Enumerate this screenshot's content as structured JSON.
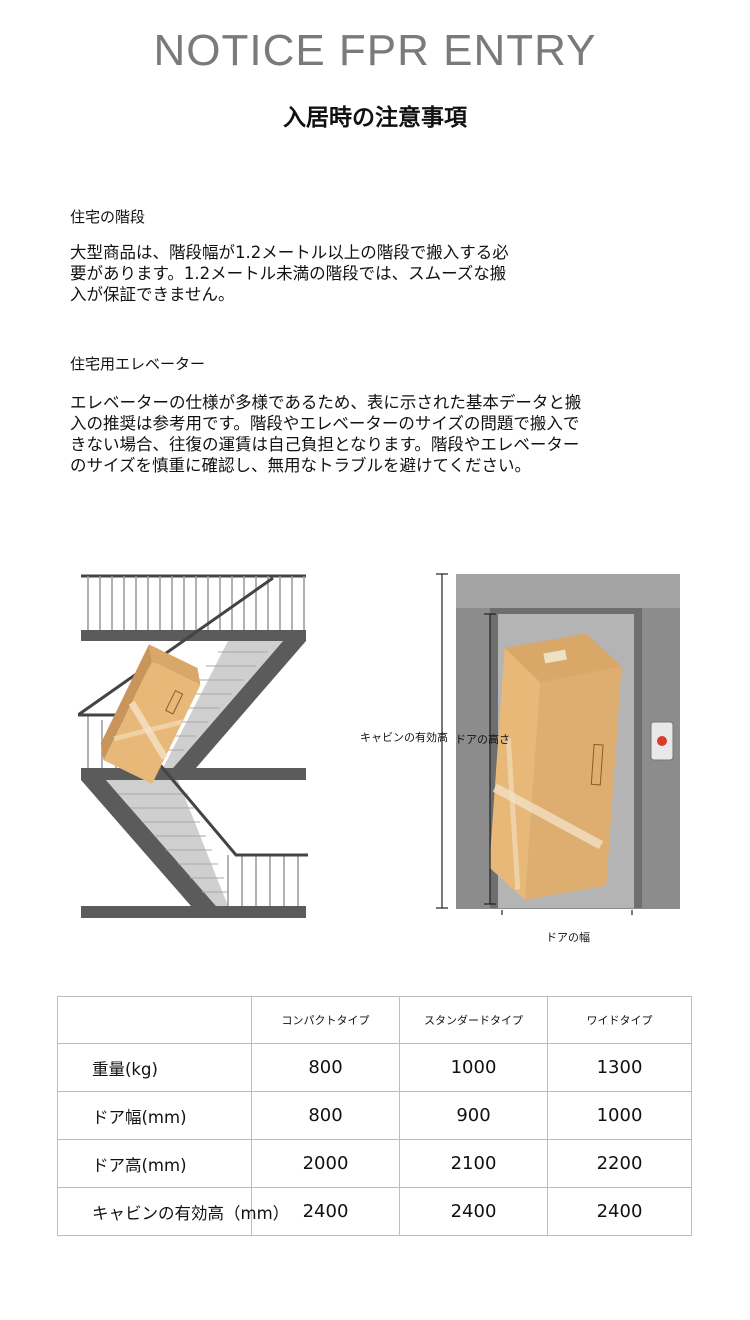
{
  "header": {
    "title": "NOTICE FPR ENTRY",
    "subtitle": "入居時の注意事項"
  },
  "sections": [
    {
      "heading": "住宅の階段",
      "lines": [
        "大型商品は、階段幅が1.2メートル以上の階段で搬入する必",
        "要があります。1.2メートル未満の階段では、スムーズな搬",
        "入が保証できません。"
      ]
    },
    {
      "heading": "住宅用エレベーター",
      "lines": [
        "エレベーターの仕様が多様であるため、表に示された基本データと搬",
        "入の推奨は参考用です。階段やエレベーターのサイズの問題で搬入で",
        "きない場合、往復の運賃は自己負担となります。階段やエレベーター",
        "のサイズを慎重に確認し、無用なトラブルを避けてください。"
      ]
    }
  ],
  "diagram": {
    "cabin_height_label": "キャビンの有効高",
    "door_height_label": "ドアの高さ",
    "door_width_label": "ドアの幅"
  },
  "spec_table": {
    "columns": [
      "",
      "コンパクトタイプ",
      "スタンダードタイプ",
      "ワイドタイプ"
    ],
    "rows": [
      {
        "label": "重量(kg)",
        "values": [
          "800",
          "1000",
          "1300"
        ]
      },
      {
        "label": "ドア幅(mm)",
        "values": [
          "800",
          "900",
          "1000"
        ]
      },
      {
        "label": "ドア高(mm)",
        "values": [
          "2000",
          "2100",
          "2200"
        ]
      },
      {
        "label": "キャビンの有効高（mm）",
        "values": [
          "2400",
          "2400",
          "2400"
        ]
      }
    ]
  },
  "colors": {
    "title_gray": "#7a7a7a",
    "box_tan": "#e8b879",
    "elevator_gray": "#8c8c8c"
  }
}
